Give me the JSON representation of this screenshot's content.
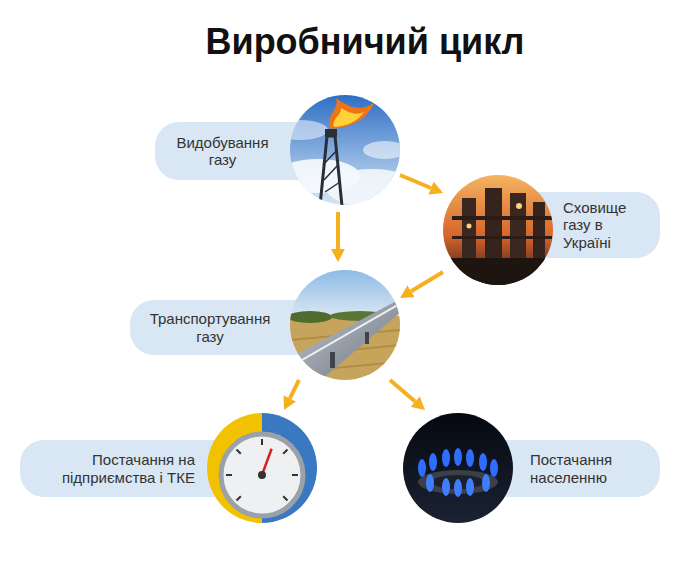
{
  "diagram": {
    "title": "Виробничий цикл",
    "nodes": [
      {
        "text": [
          "Видобування газу"
        ]
      },
      {
        "text": [
          "Сховище газу в Україні"
        ]
      },
      {
        "text": [
          "Транспортування газу"
        ]
      },
      {
        "text": [
          "Постачання на підприємства і ТКЕ"
        ]
      },
      {
        "text": [
          "Постачання населенню"
        ]
      }
    ],
    "edges": [
      {
        "from": 0,
        "to": 1,
        "arrow": "to"
      },
      {
        "from": 0,
        "to": 2,
        "arrow": "to"
      },
      {
        "from": 1,
        "to": 2,
        "arrow": "to"
      },
      {
        "from": 2,
        "to": 3,
        "arrow": "to"
      },
      {
        "from": 2,
        "to": 4,
        "arrow": "to"
      }
    ]
  }
}
